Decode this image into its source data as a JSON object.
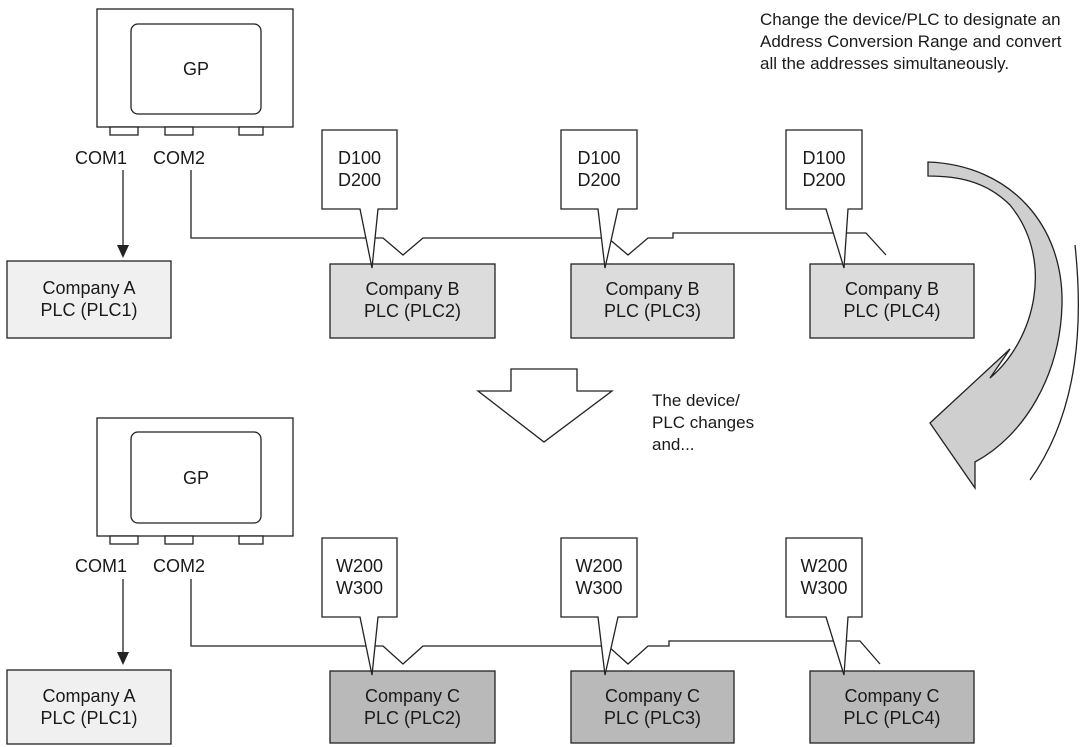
{
  "colors": {
    "plc_a_fill": "#f0f0f0",
    "plc_b_fill": "#dcdcdc",
    "plc_c_fill": "#b9b9b9",
    "curved_arrow_fill": "#cfcfcf"
  },
  "note_top": "Change the device/PLC to designate an Address Conversion Range and convert all the addresses simultaneously.",
  "note_middle": "The device/ PLC changes and...",
  "top": {
    "gp_label": "GP",
    "com1": "COM1",
    "com2": "COM2",
    "plc_a": {
      "line1": "Company A",
      "line2": "PLC (PLC1)"
    },
    "plcs": [
      {
        "line1": "Company B",
        "line2": "PLC (PLC2)",
        "addr1": "D100",
        "addr2": "D200"
      },
      {
        "line1": "Company B",
        "line2": "PLC (PLC3)",
        "addr1": "D100",
        "addr2": "D200"
      },
      {
        "line1": "Company B",
        "line2": "PLC (PLC4)",
        "addr1": "D100",
        "addr2": "D200"
      }
    ]
  },
  "bottom": {
    "gp_label": "GP",
    "com1": "COM1",
    "com2": "COM2",
    "plc_a": {
      "line1": "Company A",
      "line2": "PLC (PLC1)"
    },
    "plcs": [
      {
        "line1": "Company C",
        "line2": "PLC (PLC2)",
        "addr1": "W200",
        "addr2": "W300"
      },
      {
        "line1": "Company C",
        "line2": "PLC (PLC3)",
        "addr1": "W200",
        "addr2": "W300"
      },
      {
        "line1": "Company C",
        "line2": "PLC (PLC4)",
        "addr1": "W200",
        "addr2": "W300"
      }
    ]
  }
}
